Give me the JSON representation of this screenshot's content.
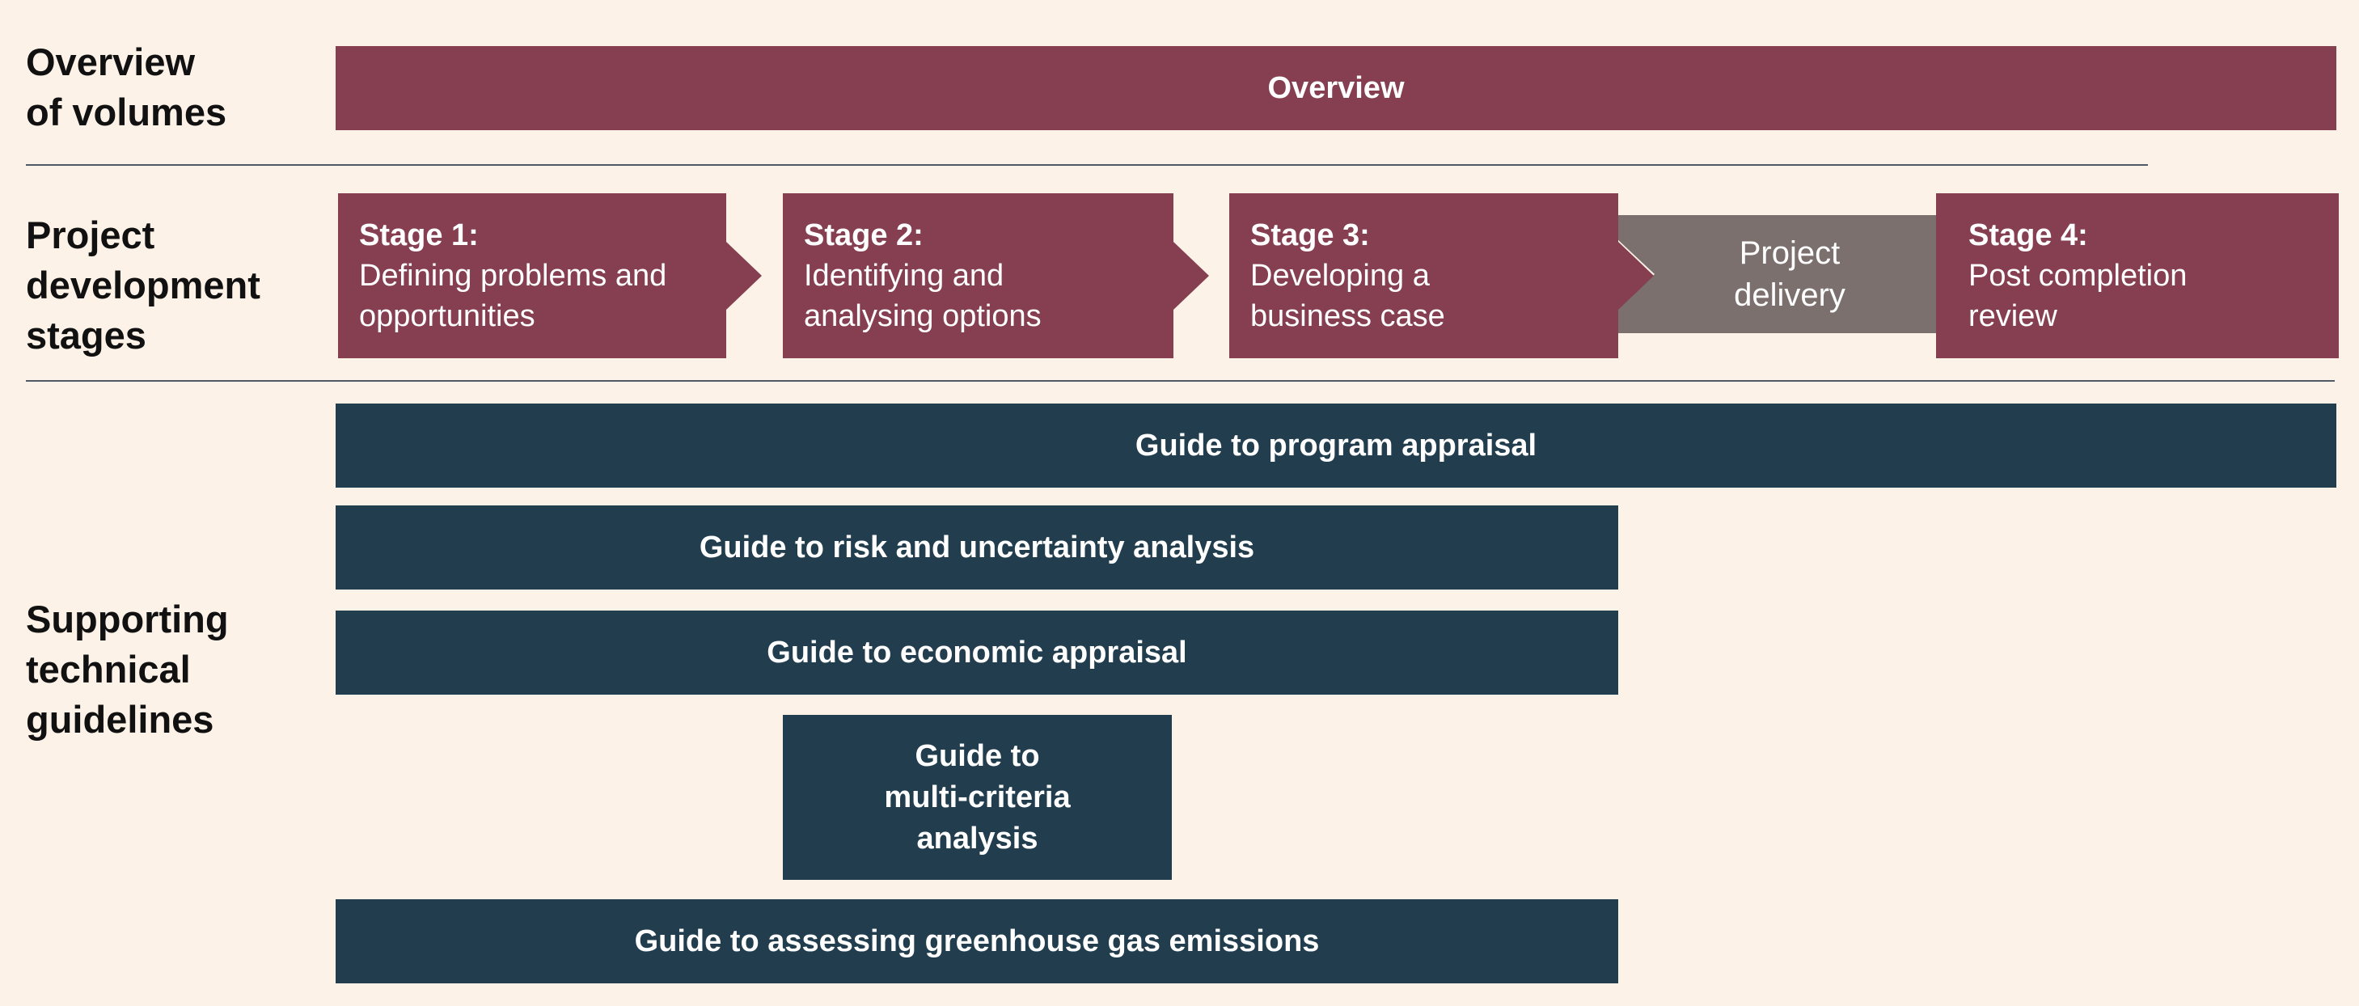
{
  "labels": {
    "overview_line1": "Overview",
    "overview_line2": "of volumes",
    "stages_line1": "Project",
    "stages_line2": "development",
    "stages_line3": "stages",
    "supporting_line1": "Supporting",
    "supporting_line2": "technical",
    "supporting_line3": "guidelines"
  },
  "overview_bar": "Overview",
  "stages": [
    {
      "title": "Stage 1:",
      "desc_line1": "Defining problems and",
      "desc_line2": "opportunities"
    },
    {
      "title": "Stage 2:",
      "desc_line1": "Identifying and",
      "desc_line2": "analysing options"
    },
    {
      "title": "Stage 3:",
      "desc_line1": "Developing a",
      "desc_line2": "business case"
    },
    {
      "title": "Stage 4:",
      "desc_line1": "Post completion",
      "desc_line2": "review"
    }
  ],
  "project_delivery": {
    "line1": "Project",
    "line2": "delivery"
  },
  "guidelines": {
    "program": "Guide to program appraisal",
    "risk": "Guide to risk and uncertainty analysis",
    "economic": "Guide to economic appraisal",
    "mca_line1": "Guide to",
    "mca_line2": "multi-criteria",
    "mca_line3": "analysis",
    "ghg": "Guide to assessing greenhouse gas emissions"
  },
  "colors": {
    "background": "#fdf2e8",
    "stage_maroon": "#863f51",
    "guideline_navy": "#213d4e",
    "delivery_grey": "#7b706e"
  }
}
